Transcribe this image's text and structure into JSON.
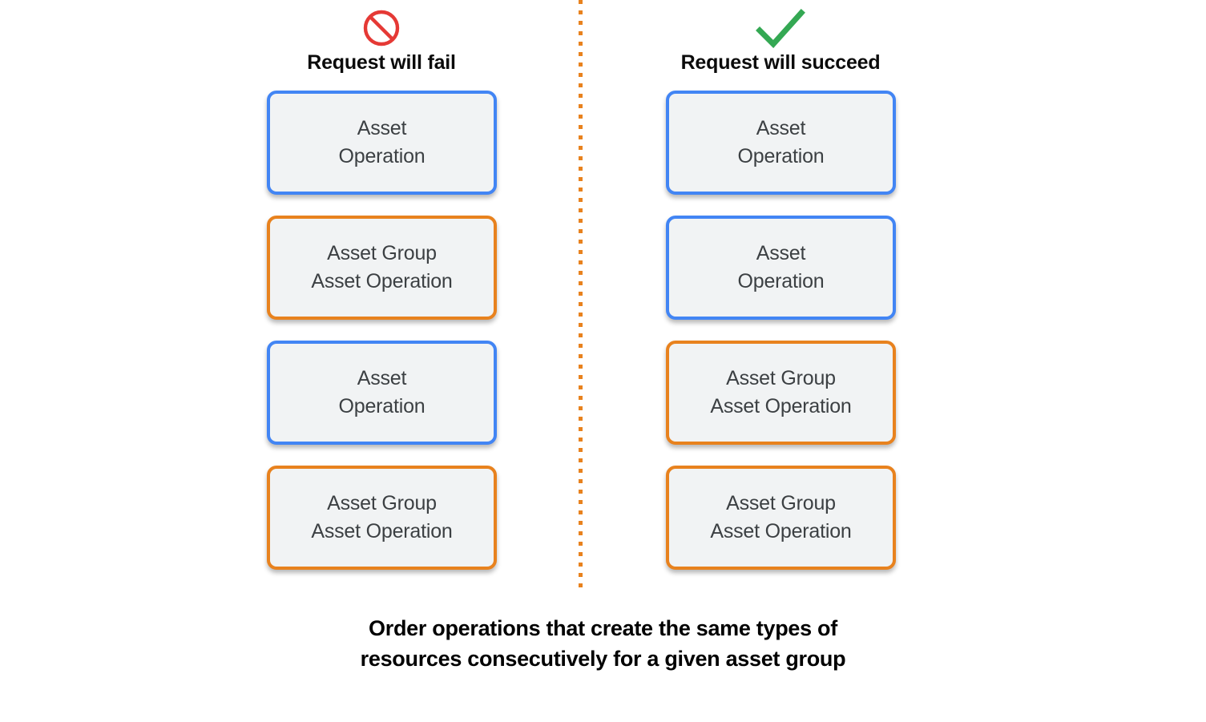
{
  "diagram": {
    "divider": {
      "name": "vertical-dotted-divider",
      "color": "#e8821e"
    },
    "colors": {
      "blue_border": "#4285f4",
      "orange_border": "#e8821e",
      "box_fill": "#f1f3f4",
      "box_text": "#3c4043",
      "fail_icon": "#e53935",
      "success_icon": "#34a853",
      "caption_text": "#000000"
    },
    "columns": [
      {
        "id": "fail",
        "icon": "prohibition-icon",
        "icon_color": "#e53935",
        "header_label": "Request will fail",
        "boxes": [
          {
            "label": "Asset\nOperation",
            "type": "asset",
            "border_color": "#4285f4"
          },
          {
            "label": "Asset Group\nAsset Operation",
            "type": "asset-group",
            "border_color": "#e8821e"
          },
          {
            "label": "Asset\nOperation",
            "type": "asset",
            "border_color": "#4285f4"
          },
          {
            "label": "Asset Group\nAsset Operation",
            "type": "asset-group",
            "border_color": "#e8821e"
          }
        ]
      },
      {
        "id": "succeed",
        "icon": "check-icon",
        "icon_color": "#34a853",
        "header_label": "Request will succeed",
        "boxes": [
          {
            "label": "Asset\nOperation",
            "type": "asset",
            "border_color": "#4285f4"
          },
          {
            "label": "Asset\nOperation",
            "type": "asset",
            "border_color": "#4285f4"
          },
          {
            "label": "Asset Group\nAsset Operation",
            "type": "asset-group",
            "border_color": "#e8821e"
          },
          {
            "label": "Asset Group\nAsset Operation",
            "type": "asset-group",
            "border_color": "#e8821e"
          }
        ]
      }
    ],
    "caption": {
      "line1": "Order operations that create the same types of",
      "line2": "resources consecutively for a given asset group"
    }
  }
}
